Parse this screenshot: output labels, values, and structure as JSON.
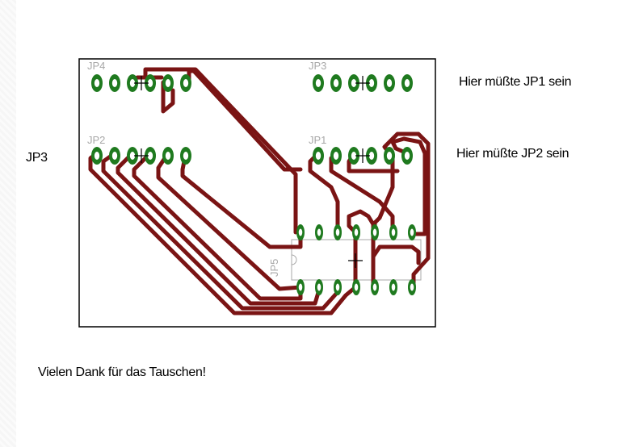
{
  "notes": {
    "left_label": "JP3",
    "note_jp1": "Hier müßte JP1 sein",
    "note_jp2": "Hier müßte JP2 sein",
    "thanks": "Vielen Dank für das Tauschen!"
  },
  "board": {
    "headers": [
      {
        "label": "JP4",
        "pins": 6
      },
      {
        "label": "JP3",
        "pins": 6
      },
      {
        "label": "JP2",
        "pins": 6
      },
      {
        "label": "JP1",
        "pins": 6
      }
    ],
    "ic": {
      "label": "JP5",
      "pins_per_row": 7
    },
    "colors": {
      "trace": "#7a1414",
      "pad": "#1f7a1f",
      "outline": "#000000",
      "silk": "#a8a8a8"
    }
  }
}
